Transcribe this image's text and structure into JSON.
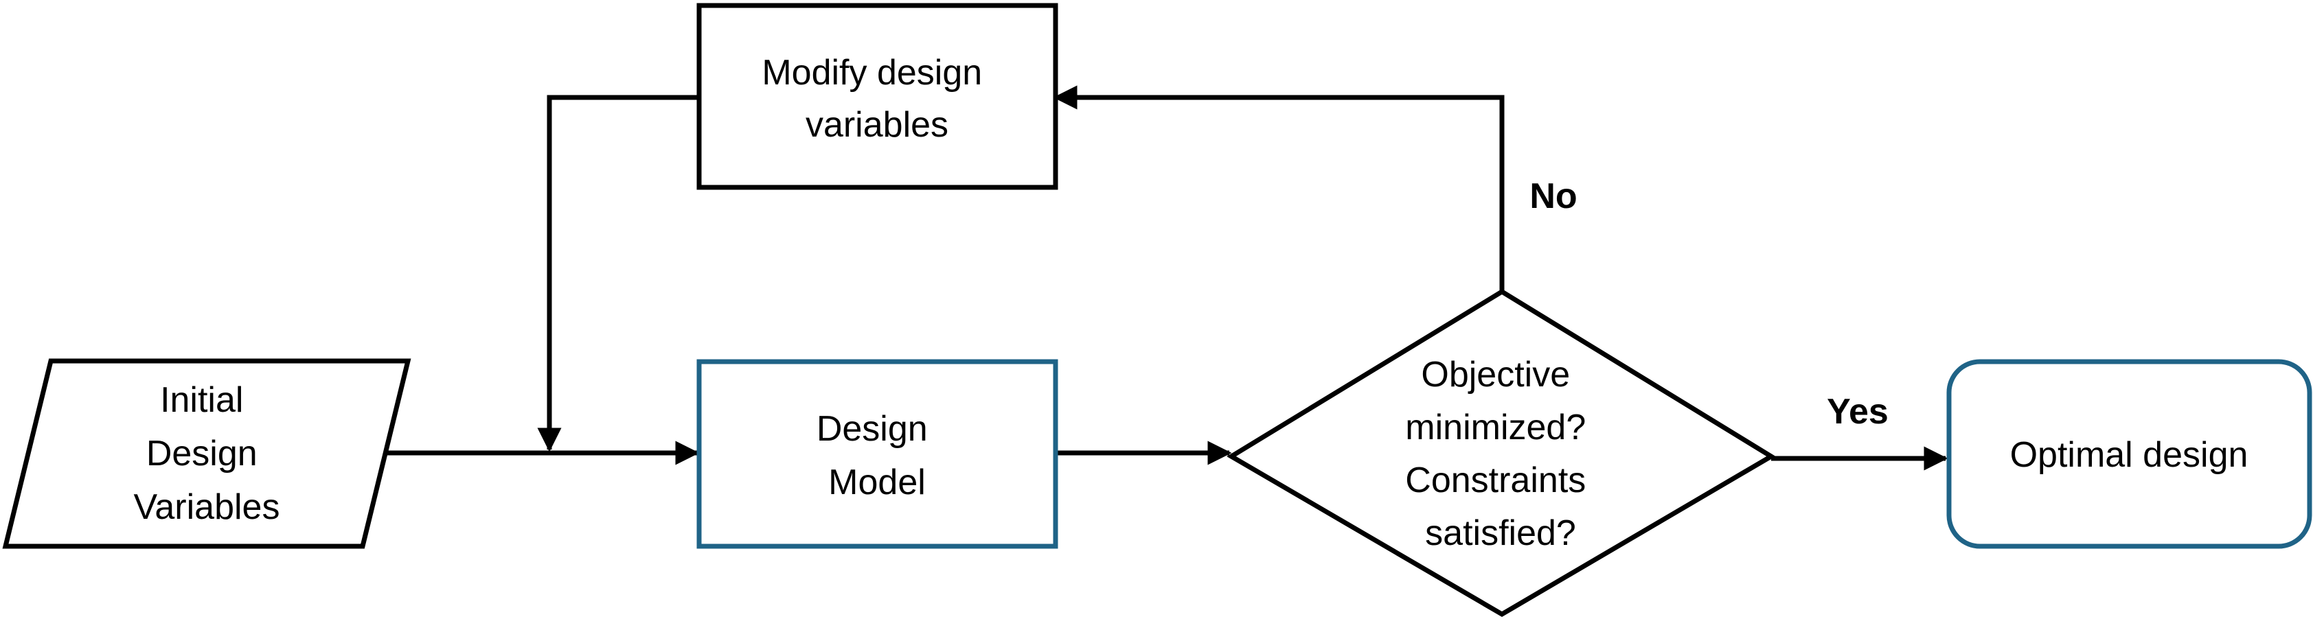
{
  "diagram": {
    "nodes": {
      "initial": {
        "lines": [
          "Initial",
          "Design",
          "Variables"
        ]
      },
      "model": {
        "lines": [
          "Design",
          "Model"
        ]
      },
      "modify": {
        "lines": [
          "Modify design",
          "variables"
        ]
      },
      "decision": {
        "lines": [
          "Objective",
          "minimized?",
          "Constraints",
          "satisfied?"
        ]
      },
      "optimal": {
        "lines": [
          "Optimal design"
        ]
      }
    },
    "edges": {
      "no_label": "No",
      "yes_label": "Yes"
    },
    "colors": {
      "line": "#000000",
      "accent_border": "#1f6387"
    }
  }
}
